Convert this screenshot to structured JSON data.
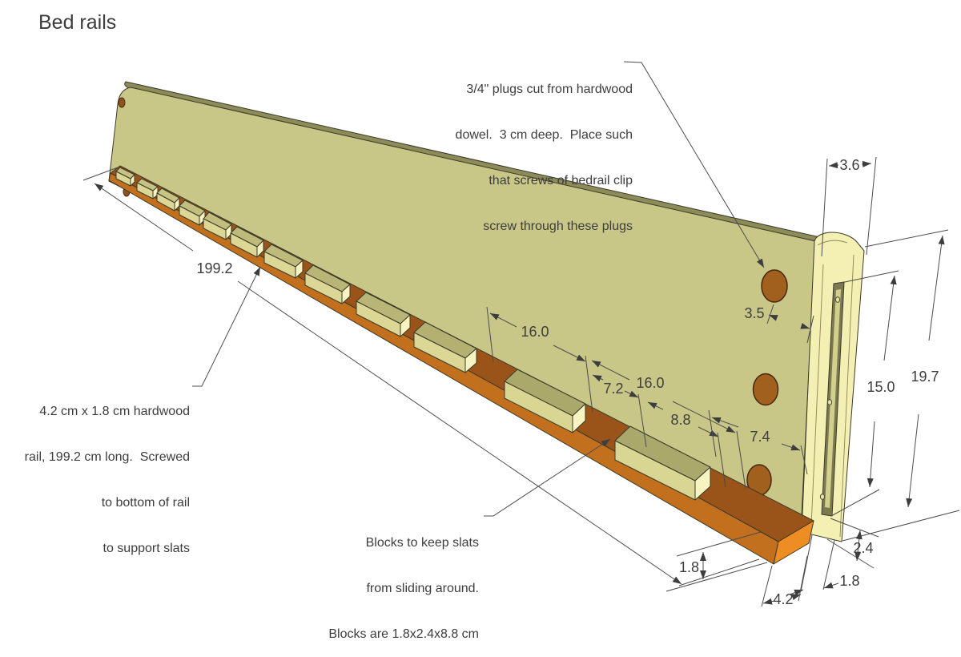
{
  "title": "Bed rails",
  "notes": {
    "plugs": {
      "line1": "3/4\" plugs cut from hardwood",
      "line2": "dowel.  3 cm deep.  Place such",
      "line3": "that screws of bedrail clip",
      "line4": "screw through these plugs"
    },
    "rail": {
      "line1": "4.2 cm x 1.8 cm hardwood",
      "line2": "rail, 199.2 cm long.  Screwed",
      "line3": "to bottom of rail",
      "line4": "to support slats"
    },
    "blocks": {
      "line1": "Blocks to keep slats",
      "line2": "from sliding around.",
      "line3": "Blocks are 1.8x2.4x8.8 cm"
    }
  },
  "dims": {
    "cap_width": "3.6",
    "rail_length": "199.2",
    "block_spacing_a": "16.0",
    "block_gap": "7.2",
    "block_spacing_b": "16.0",
    "block_length": "8.8",
    "end_offset": "7.4",
    "plug_inset": "3.5",
    "slot_height": "15.0",
    "total_height": "19.7",
    "slot_to_bottom": "2.4",
    "board_thickness": "1.8",
    "rail_depth": "4.2",
    "rail_height": "1.8"
  },
  "colors": {
    "board_face": "#c9c787",
    "board_top": "#8d8c58",
    "end_cap": "#f4efb2",
    "slot_recess": "#7c7950",
    "block_top": "#b3b072",
    "block_front": "#dcd795",
    "block_end": "#f8f4c2",
    "rail_top": "#9a5318",
    "rail_front": "#c2701e",
    "rail_end": "#ee8d24",
    "plug": "#a2601f",
    "line": "#4c4c4c",
    "text": "#3d3d3d"
  }
}
